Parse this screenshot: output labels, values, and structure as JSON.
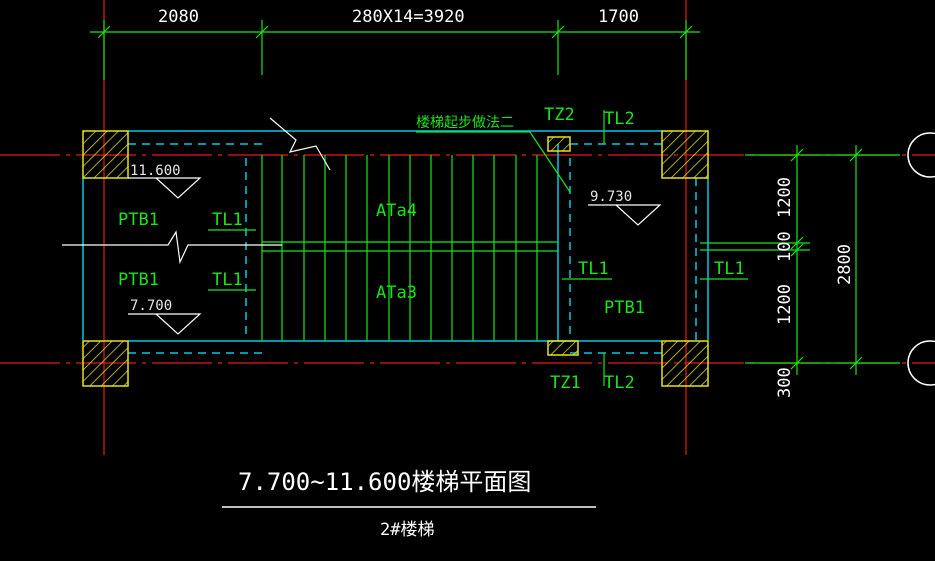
{
  "dimensions_top": {
    "left": "2080",
    "middle": "280X14=3920",
    "right": "1700"
  },
  "dimensions_right": {
    "upper": "1200",
    "gap": "100",
    "lower": "1200",
    "total": "2800",
    "bottom": "300"
  },
  "slabs": {
    "ptb_upper_left": "PTB1",
    "ptb_lower_left": "PTB1",
    "ptb_right": "PTB1"
  },
  "beams": {
    "tl1_upper": "TL1",
    "tl1_lower": "TL1",
    "tl1_mid": "TL1",
    "tl1_right": "TL1",
    "tl2_top": "TL2",
    "tl2_bottom": "TL2"
  },
  "columns": {
    "tz2": "TZ2",
    "tz1": "TZ1"
  },
  "flights": {
    "upper": "ATa4",
    "lower": "ATa3"
  },
  "elevations": {
    "upper_left": "11.600",
    "lower_left": "7.700",
    "right": "9.730"
  },
  "note": "楼梯起步做法二",
  "title": "7.700~11.600楼梯平面图",
  "subtitle": "2#楼梯",
  "colors": {
    "background": "#000000",
    "axis": "#e61a1a",
    "wall": "#00c8e6",
    "stair": "#19e619",
    "column": "#e6e619",
    "dimension": "#ffffff"
  }
}
